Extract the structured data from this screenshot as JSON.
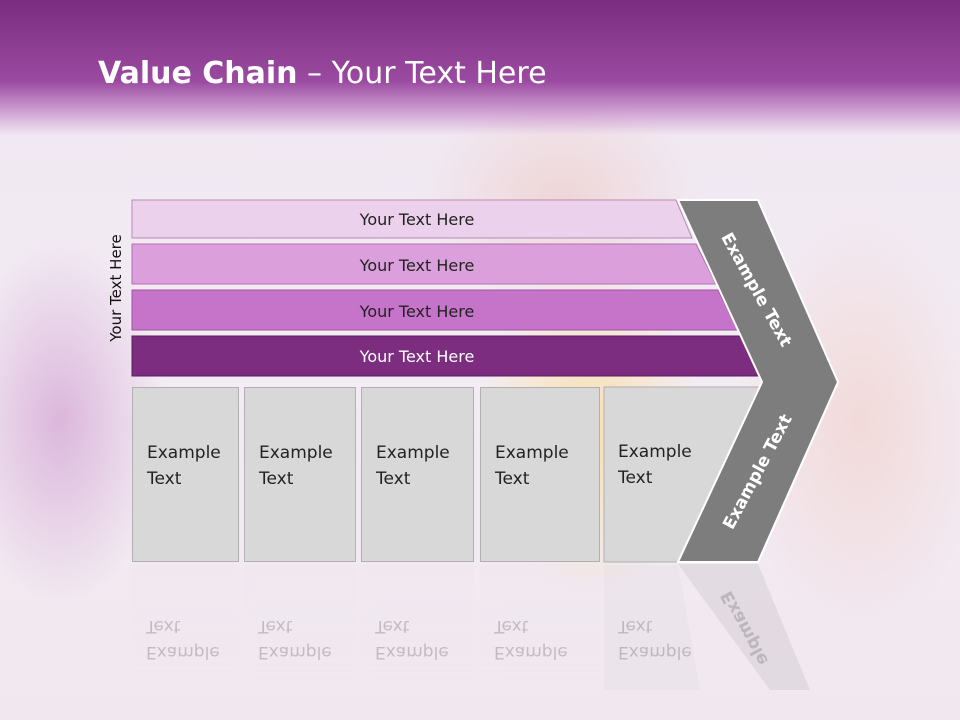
{
  "title": {
    "bold": "Value Chain",
    "rest": " – Your Text Here"
  },
  "side_label": "Your Text Here",
  "bars": [
    {
      "label": "Your Text Here",
      "color": "#ebd1ec"
    },
    {
      "label": "Your Text Here",
      "color": "#dba0db"
    },
    {
      "label": "Your Text Here",
      "color": "#c674c9"
    },
    {
      "label": "Your Text Here",
      "color": "#7c2d80"
    }
  ],
  "boxes": [
    {
      "line1": "Example",
      "line2": "Text"
    },
    {
      "line1": "Example",
      "line2": "Text"
    },
    {
      "line1": "Example",
      "line2": "Text"
    },
    {
      "line1": "Example",
      "line2": "Text"
    },
    {
      "line1": "Example",
      "line2": "Text"
    }
  ],
  "chevron_upper_label": "Example Text",
  "chevron_lower_label": "Example Text",
  "chevron_color": "#7d7d7d"
}
